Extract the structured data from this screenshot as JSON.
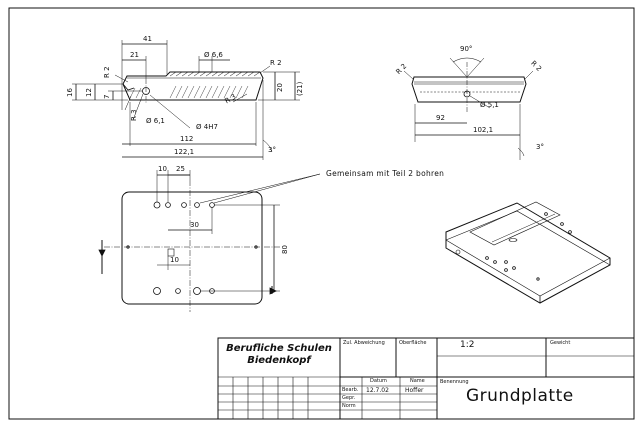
{
  "dimensions": {
    "d41": "41",
    "d21": "21",
    "phi66": "Ø 6,6",
    "r2_left": "R 2",
    "r2_mid": "R 2",
    "r3_a": "R 3",
    "r3_b": "R 3",
    "d16": "16",
    "d12": "12",
    "d7": "7",
    "d20": "20",
    "d211": "(21)",
    "phi61": "Ø 6,1",
    "phi4h7": "Ø 4H7",
    "d112": "112",
    "d1221": "122,1",
    "a3_left": "3°",
    "angle90": "90°",
    "r2_right_a": "R 2",
    "r2_right_b": "R 2",
    "phi51": "Ø 5,1",
    "d92": "92",
    "d1021": "102,1",
    "a3_right": "3°",
    "d10": "10",
    "d25": "25",
    "d30": "30",
    "d80": "80",
    "d10b": "10"
  },
  "note": "Gemeinsam mit Teil 2 bohren",
  "title_block": {
    "school_line1": "Berufliche Schulen",
    "school_line2": "Biedenkopf",
    "zul_abweichung": "Zul. Abweichung",
    "oberflaeche": "Oberfläche",
    "scale": "1:2",
    "gewicht": "Gewicht",
    "benennung": "Benennung",
    "datum_h": "Datum",
    "name_h": "Name",
    "bearb": "Bearb.",
    "gepr": "Gepr.",
    "norm": "Norm",
    "datum_val": "12.7.02",
    "name_val": "Hoffer",
    "part_name": "Grundplatte"
  }
}
